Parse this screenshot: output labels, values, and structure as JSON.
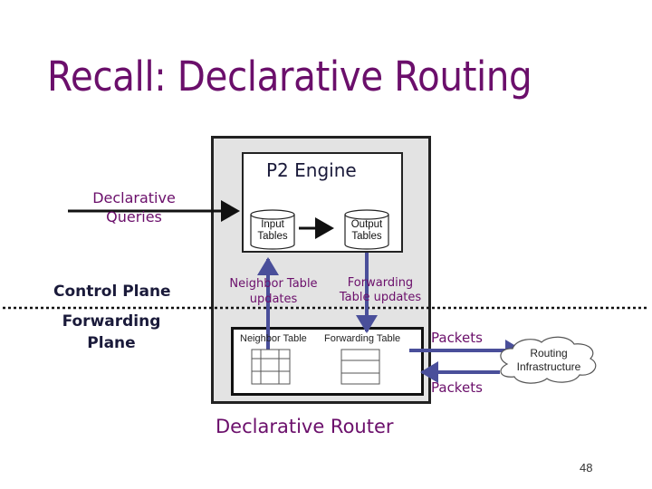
{
  "slide": {
    "title": "Recall: Declarative Routing",
    "page_number": "48"
  },
  "diagram": {
    "engine_label": "P2 Engine",
    "router_label": "Declarative Router",
    "input_tables": [
      "Input",
      "Tables"
    ],
    "output_tables": [
      "Output",
      "Tables"
    ],
    "declarative_queries": [
      "Declarative",
      "Queries"
    ],
    "control_plane": "Control Plane",
    "forwarding_plane": [
      "Forwarding",
      "Plane"
    ],
    "neighbor_table_updates": [
      "Neighbor Table",
      "updates"
    ],
    "forwarding_table_updates": [
      "Forwarding",
      "Table updates"
    ],
    "neighbor_table": "Neighbor Table",
    "forwarding_table": "Forwarding Table",
    "packets_out": "Packets",
    "packets_in": "Packets",
    "routing_infrastructure": [
      "Routing",
      "Infrastructure"
    ]
  },
  "colors": {
    "title": "#6b0f6b",
    "arrow_blue": "#4a4f9a",
    "router_fill": "#e3e3e3"
  }
}
